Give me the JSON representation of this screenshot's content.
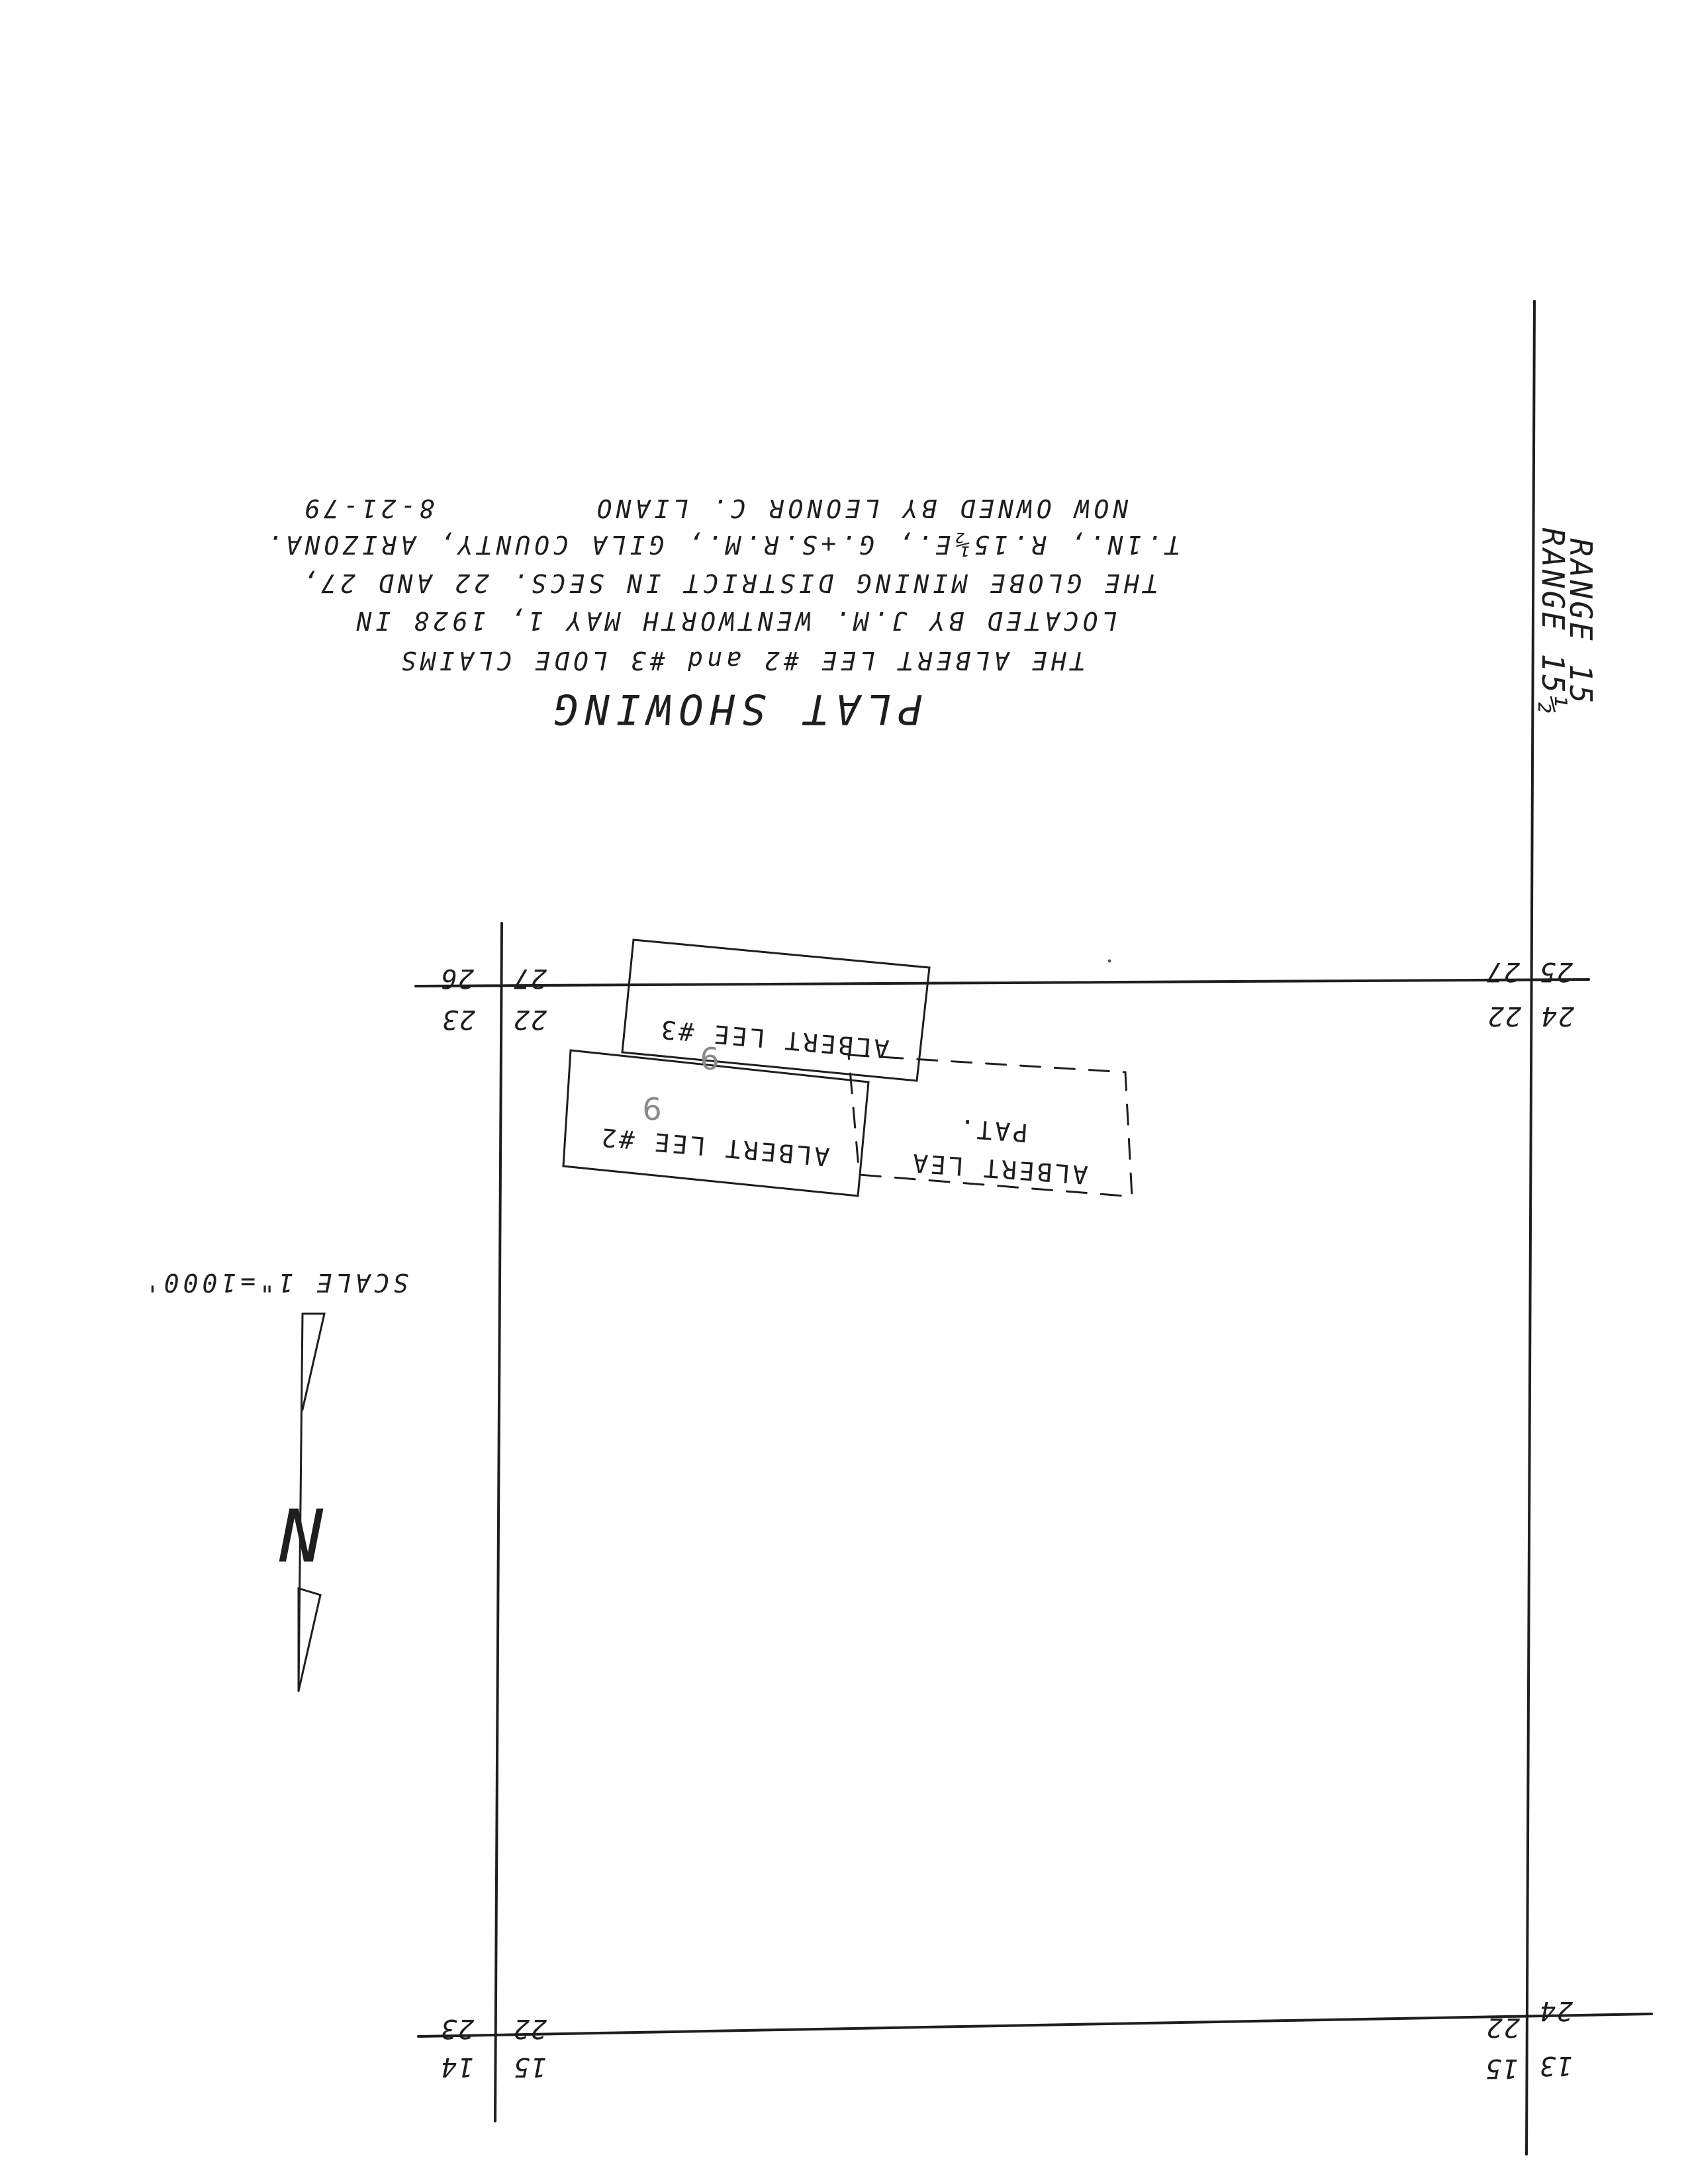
{
  "range": {
    "line1": "RANGE 15",
    "line2": "RANGE 15½"
  },
  "title": "PLAT SHOWING",
  "notes": [
    "THE ALBERT LEE #2 and #3 LODE CLAIMS",
    "LOCATED BY J.M. WENTWORTH MAY 1, 1928 IN",
    "THE GLOBE MINING DISTRICT IN SECS. 22 AND 27,",
    "T.1N., R.15½E., G.+S.R.M., GILA COUNTY, ARIZONA."
  ],
  "owner": "NOW OWNED BY LEONOR C. LIANO",
  "date": "8-21-79",
  "section_numbers": {
    "upper_right": [
      "25",
      "27",
      "24",
      "22"
    ],
    "upper_left": [
      "27",
      "26",
      "22",
      "23"
    ],
    "lower_right": [
      "24",
      "22",
      "13",
      "15"
    ],
    "lower_left": [
      "22",
      "23",
      "15",
      "14"
    ]
  },
  "claims": {
    "albert_lee_3": "ALBERT LEE #3",
    "albert_lee_2": "ALBERT LEE #2",
    "albert_lea_pat_1": "ALBERT LEA",
    "albert_lea_pat_2": "PAT."
  },
  "pencil_marks": [
    "9",
    "9"
  ],
  "scale": "SCALE 1\"=1000'",
  "north_letter": "N"
}
